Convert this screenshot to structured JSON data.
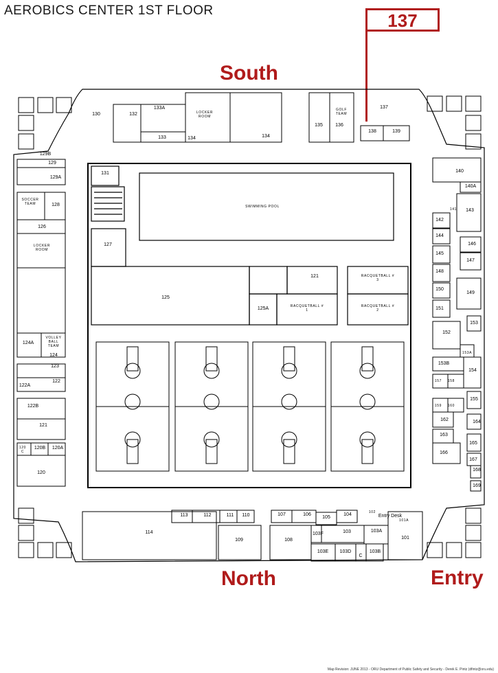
{
  "title": "AEROBICS CENTER 1ST FLOOR",
  "highlight": {
    "room": "137",
    "color": "#b01b1b"
  },
  "directions": {
    "south": "South",
    "north": "North",
    "entry": "Entry"
  },
  "footer": "Map Revision: JUNE 2013 - ORU Department of Public Safety and Security - Derek E. Pintz (dfintz@oru.edu)",
  "rooms": [
    {
      "id": "130",
      "text": "130"
    },
    {
      "id": "132",
      "text": "132"
    },
    {
      "id": "133A",
      "text": "133A"
    },
    {
      "id": "133",
      "text": "133"
    },
    {
      "id": "134a",
      "text": "134"
    },
    {
      "id": "locker-s",
      "text": "LOCKER ROOM"
    },
    {
      "id": "134b",
      "text": "134"
    },
    {
      "id": "135",
      "text": "135"
    },
    {
      "id": "136",
      "text": "136"
    },
    {
      "id": "golf",
      "text": "GOLF TEAM"
    },
    {
      "id": "137",
      "text": "137"
    },
    {
      "id": "138",
      "text": "138"
    },
    {
      "id": "139",
      "text": "139"
    },
    {
      "id": "129B",
      "text": "129B"
    },
    {
      "id": "129",
      "text": "129"
    },
    {
      "id": "129A",
      "text": "129A"
    },
    {
      "id": "soccer",
      "text": "SOCCER TEAM"
    },
    {
      "id": "128",
      "text": "128"
    },
    {
      "id": "126",
      "text": "126"
    },
    {
      "id": "locker-w",
      "text": "LOCKER ROOM"
    },
    {
      "id": "124A",
      "text": "124A"
    },
    {
      "id": "volley",
      "text": "VOLLEY BALL TEAM"
    },
    {
      "id": "124",
      "text": "124"
    },
    {
      "id": "123",
      "text": "123"
    },
    {
      "id": "122",
      "text": "122"
    },
    {
      "id": "122A",
      "text": "122A"
    },
    {
      "id": "122B",
      "text": "122B"
    },
    {
      "id": "121w",
      "text": "121"
    },
    {
      "id": "120C",
      "text": "120 C"
    },
    {
      "id": "120B",
      "text": "120B"
    },
    {
      "id": "120A",
      "text": "120A"
    },
    {
      "id": "120",
      "text": "120"
    },
    {
      "id": "131",
      "text": "131"
    },
    {
      "id": "pool",
      "text": "SWIMMING POOL"
    },
    {
      "id": "127",
      "text": "127"
    },
    {
      "id": "125",
      "text": "125"
    },
    {
      "id": "125A",
      "text": "125A"
    },
    {
      "id": "121c",
      "text": "121"
    },
    {
      "id": "rb3",
      "text": "RACQUETBALL # 3"
    },
    {
      "id": "rb1",
      "text": "RACQUETBALL # 1"
    },
    {
      "id": "rb2",
      "text": "RACQUETBALL # 2"
    },
    {
      "id": "140",
      "text": "140"
    },
    {
      "id": "140A",
      "text": "140A"
    },
    {
      "id": "141",
      "text": "141"
    },
    {
      "id": "142",
      "text": "142"
    },
    {
      "id": "143",
      "text": "143"
    },
    {
      "id": "144",
      "text": "144"
    },
    {
      "id": "145",
      "text": "145"
    },
    {
      "id": "146",
      "text": "146"
    },
    {
      "id": "147",
      "text": "147"
    },
    {
      "id": "148",
      "text": "148"
    },
    {
      "id": "149",
      "text": "149"
    },
    {
      "id": "150",
      "text": "150"
    },
    {
      "id": "151",
      "text": "151"
    },
    {
      "id": "152",
      "text": "152"
    },
    {
      "id": "153",
      "text": "153"
    },
    {
      "id": "153A",
      "text": "153A"
    },
    {
      "id": "153B",
      "text": "153B"
    },
    {
      "id": "154",
      "text": "154"
    },
    {
      "id": "157",
      "text": "157"
    },
    {
      "id": "158",
      "text": "158"
    },
    {
      "id": "159",
      "text": "159"
    },
    {
      "id": "160",
      "text": "160"
    },
    {
      "id": "155",
      "text": "155"
    },
    {
      "id": "162",
      "text": "162"
    },
    {
      "id": "164",
      "text": "164"
    },
    {
      "id": "163",
      "text": "163"
    },
    {
      "id": "165",
      "text": "165"
    },
    {
      "id": "166",
      "text": "166"
    },
    {
      "id": "167",
      "text": "167"
    },
    {
      "id": "168",
      "text": "168"
    },
    {
      "id": "169",
      "text": "169"
    },
    {
      "id": "113",
      "text": "113"
    },
    {
      "id": "112",
      "text": "112"
    },
    {
      "id": "111",
      "text": "111"
    },
    {
      "id": "110",
      "text": "110"
    },
    {
      "id": "107",
      "text": "107"
    },
    {
      "id": "106",
      "text": "106"
    },
    {
      "id": "105",
      "text": "105"
    },
    {
      "id": "104",
      "text": "104"
    },
    {
      "id": "102",
      "text": "102"
    },
    {
      "id": "101A",
      "text": "101A"
    },
    {
      "id": "entrydesk",
      "text": "Entry Desk"
    },
    {
      "id": "114",
      "text": "114"
    },
    {
      "id": "109",
      "text": "109"
    },
    {
      "id": "108",
      "text": "108"
    },
    {
      "id": "103F",
      "text": "103F"
    },
    {
      "id": "103",
      "text": "103"
    },
    {
      "id": "103A",
      "text": "103A"
    },
    {
      "id": "101",
      "text": "101"
    },
    {
      "id": "103E",
      "text": "103E"
    },
    {
      "id": "103D",
      "text": "103D"
    },
    {
      "id": "103C",
      "text": "C"
    },
    {
      "id": "103B",
      "text": "103B"
    }
  ]
}
